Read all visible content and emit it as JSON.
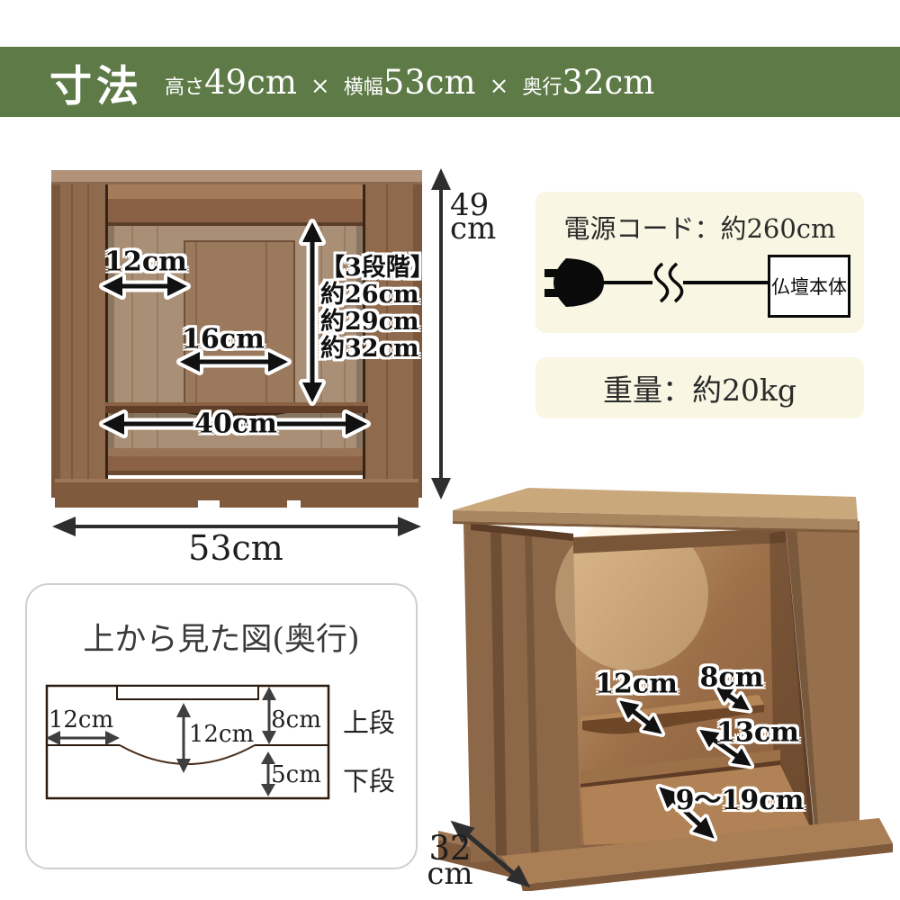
{
  "header": {
    "title": "寸法",
    "separator": "×",
    "bg_color": "#5d7a47",
    "spec": [
      {
        "label": "高さ",
        "value": "49cm"
      },
      {
        "label": "横幅",
        "value": "53cm"
      },
      {
        "label": "奥行",
        "value": "32cm"
      }
    ]
  },
  "front_view": {
    "dim_top_shelf_width": "12cm",
    "dim_panel_width": "16cm",
    "dim_inner_width": "40cm",
    "stages_title": "【3段階】",
    "stages": [
      "約26cm",
      "約29cm",
      "約32cm"
    ],
    "height_number": "49",
    "height_unit": "cm",
    "width_label": "53cm"
  },
  "power_cord": {
    "title": "電源コード：約260cm",
    "unit_box_label": "仏壇本体"
  },
  "weight": {
    "label": "重量：約20kg"
  },
  "top_view": {
    "title": "上から見た図(奥行)",
    "dim_left": "12cm",
    "dim_center": "12cm",
    "dim_upper": "8cm",
    "dim_lower": "5cm",
    "upper_tier_label": "上段",
    "lower_tier_label": "下段"
  },
  "angled_view": {
    "dim_shelf": "12cm",
    "dim_upper_shelf": "8cm",
    "dim_lower_shelf": "13cm",
    "dim_slide_board": "9〜19cm",
    "depth_number": "32",
    "depth_unit": "cm"
  }
}
